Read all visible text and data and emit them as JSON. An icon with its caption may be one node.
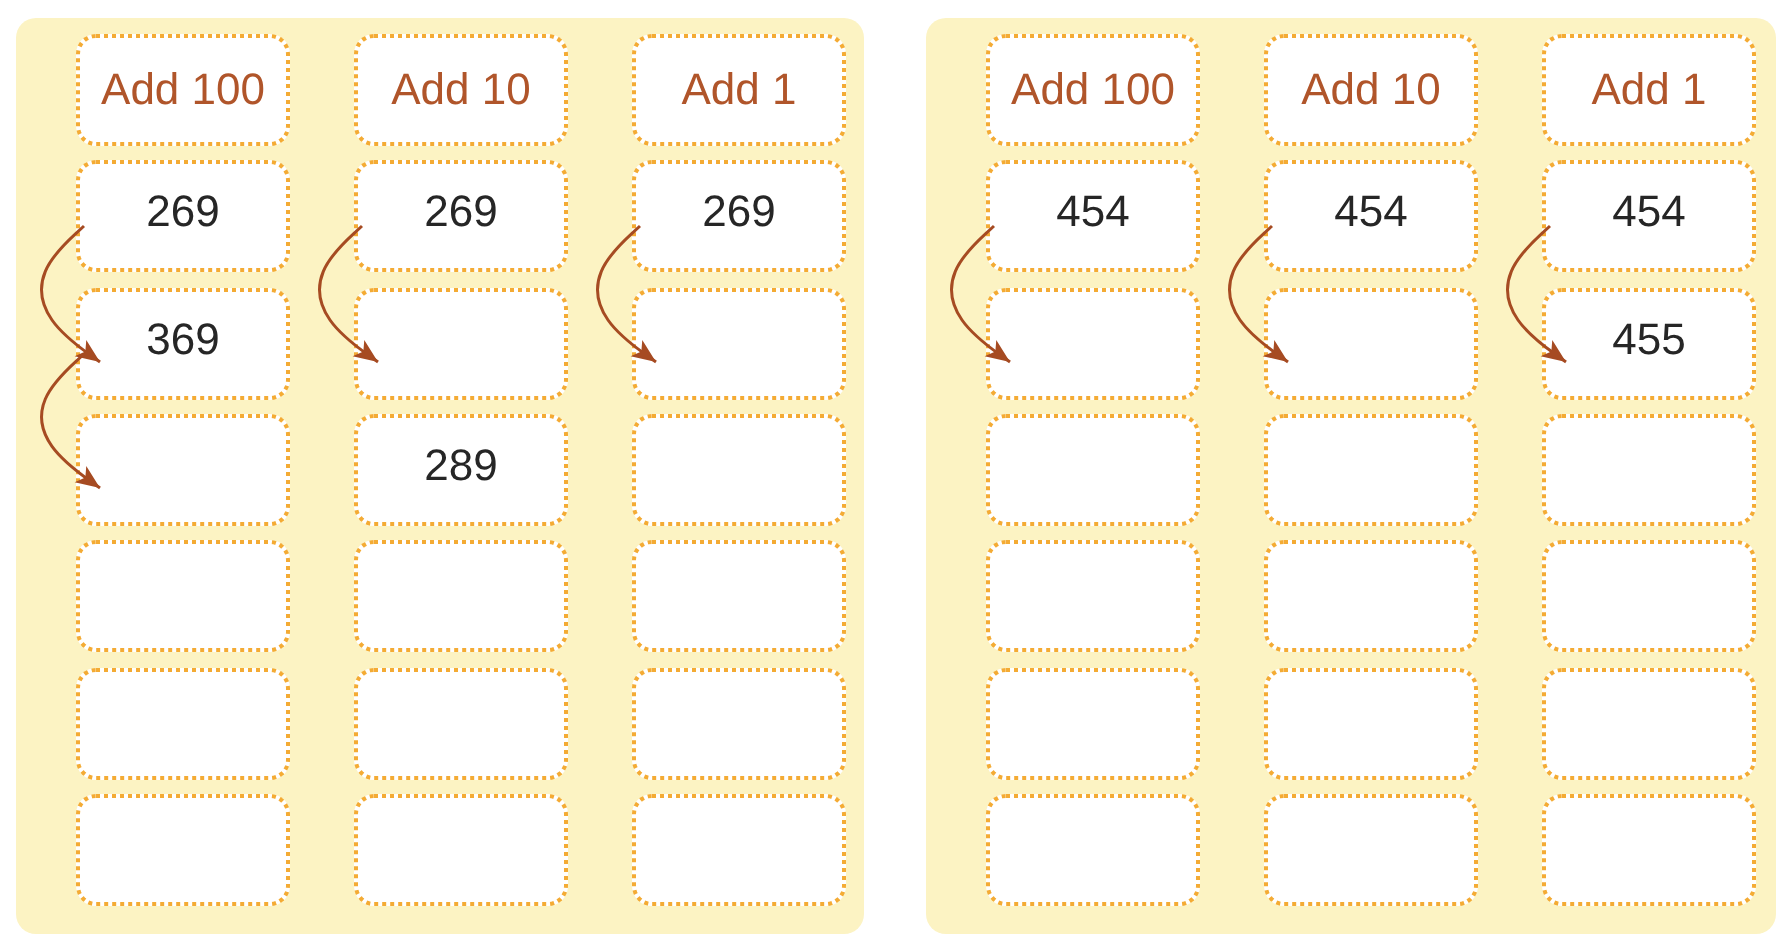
{
  "diagram": {
    "nodes": [
      {
        "text": [],
        "shape": "box"
      },
      {
        "text": [
          "Add 100"
        ],
        "in": 0
      },
      {
        "text": [
          "Add 10"
        ],
        "in": 0
      },
      {
        "text": [
          "Add 1"
        ],
        "in": 0
      },
      {
        "text": [
          "269"
        ],
        "in": 0
      },
      {
        "text": [
          "269"
        ],
        "in": 0
      },
      {
        "text": [
          "269"
        ],
        "in": 0
      },
      {
        "text": [
          "369"
        ],
        "in": 0
      },
      {
        "text": [],
        "shape": "box",
        "in": 0
      },
      {
        "text": [],
        "shape": "box",
        "in": 0
      },
      {
        "text": [],
        "shape": "box",
        "in": 0
      },
      {
        "text": [
          "289"
        ],
        "in": 0
      },
      {
        "text": [],
        "shape": "box",
        "in": 0
      },
      {
        "text": [],
        "shape": "box",
        "in": 0
      },
      {
        "text": [],
        "shape": "box",
        "in": 0
      },
      {
        "text": [],
        "shape": "box",
        "in": 0
      },
      {
        "text": [],
        "shape": "box",
        "in": 0
      },
      {
        "text": [],
        "shape": "box",
        "in": 0
      },
      {
        "text": [],
        "shape": "box",
        "in": 0
      },
      {
        "text": [],
        "shape": "box",
        "in": 0
      },
      {
        "text": [],
        "shape": "box",
        "in": 0
      },
      {
        "text": [],
        "shape": "box",
        "in": 0
      },
      {
        "text": [],
        "shape": "box"
      },
      {
        "text": [
          "Add 100"
        ],
        "in": 22
      },
      {
        "text": [
          "Add 10"
        ],
        "in": 22
      },
      {
        "text": [
          "Add 1"
        ],
        "in": 22
      },
      {
        "text": [
          "454"
        ],
        "in": 22
      },
      {
        "text": [
          "454"
        ],
        "in": 22
      },
      {
        "text": [
          "454"
        ],
        "in": 22
      },
      {
        "text": [],
        "shape": "box",
        "in": 22
      },
      {
        "text": [],
        "shape": "box",
        "in": 22
      },
      {
        "text": [
          "455"
        ],
        "in": 22
      },
      {
        "text": [],
        "shape": "box",
        "in": 22
      },
      {
        "text": [],
        "shape": "box",
        "in": 22
      },
      {
        "text": [],
        "shape": "box",
        "in": 22
      },
      {
        "text": [],
        "shape": "box",
        "in": 22
      },
      {
        "text": [],
        "shape": "box",
        "in": 22
      },
      {
        "text": [],
        "shape": "box",
        "in": 22
      },
      {
        "text": [],
        "shape": "box",
        "in": 22
      },
      {
        "text": [],
        "shape": "box",
        "in": 22
      },
      {
        "text": [],
        "shape": "box",
        "in": 22
      },
      {
        "text": [],
        "shape": "box",
        "in": 22
      },
      {
        "text": [],
        "shape": "box",
        "in": 22
      },
      {
        "text": [],
        "shape": "box",
        "in": 22
      }
    ],
    "edges": [
      {
        "from": 4,
        "to": 7,
        "arrow": "to"
      },
      {
        "from": 7,
        "to": 10,
        "arrow": "to"
      },
      {
        "from": 5,
        "to": 8,
        "arrow": "to"
      },
      {
        "from": 6,
        "to": 9,
        "arrow": "to"
      },
      {
        "from": 26,
        "to": 29,
        "arrow": "to"
      },
      {
        "from": 27,
        "to": 30,
        "arrow": "to"
      },
      {
        "from": 28,
        "to": 31,
        "arrow": "to"
      }
    ]
  }
}
